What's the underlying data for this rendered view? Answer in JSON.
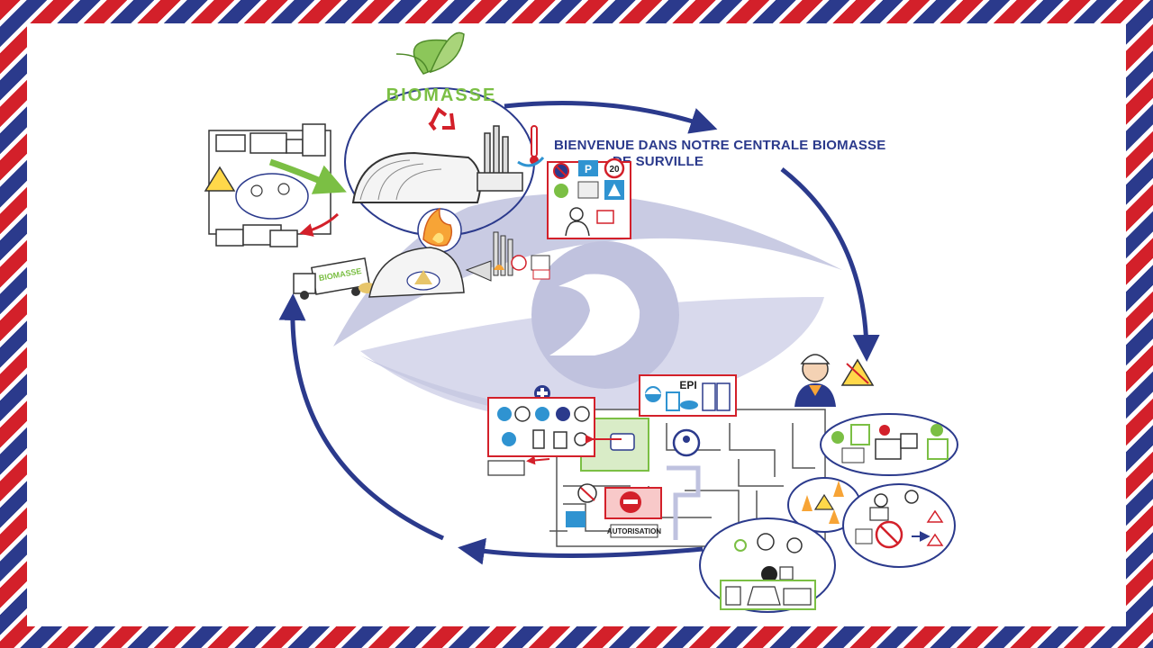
{
  "header": {
    "title_line1": "BIENVENUE DANS NOTRE CENTRALE BIOMASSE",
    "title_line2": "DE SURVILLE"
  },
  "plant": {
    "label": "BIOMASSE"
  },
  "truck": {
    "label": "BIOMASSE"
  },
  "signs": {
    "speed_limit": "20"
  },
  "ppe": {
    "label": "EPI"
  },
  "site_map": {
    "authorization_label": "AUTORISATION"
  },
  "colors": {
    "navy": "#2b3a8c",
    "red": "#d3202a",
    "green": "#7bbf44",
    "light_purple": "#c9cbe3",
    "sky_blue": "#2f93d1"
  }
}
